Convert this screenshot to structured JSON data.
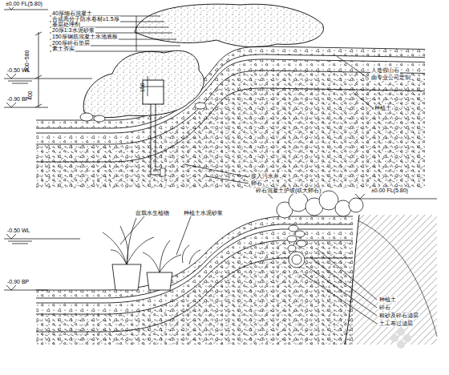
{
  "diagram": {
    "labels": [
      "±0.00 FL(5.80)",
      "40厚细石混凝土",
      "合成高分子防水卷材≥1.5厚",
      "基层处理剂",
      "20厚1:3水泥砂浆",
      "150厚钢筋混凝土水池底板",
      "200厚碎石垫层",
      "素土夯实",
      "人造假山石",
      "由专业公司定制",
      "种植土",
      "-0.50 WL",
      "-0.90 BP",
      "300~580",
      "150",
      "400",
      "接入污水井",
      "卵石",
      "碎石混凝土护坡(或大卵石)",
      "±0.00 FL(5.80)",
      "-0.50 WL",
      "-0.90 BP",
      "盆栽水生植物",
      "种植土水泥砂浆",
      "种植土",
      "碎石",
      "粗砂及碎石滤层",
      "土工布过滤层"
    ]
  }
}
